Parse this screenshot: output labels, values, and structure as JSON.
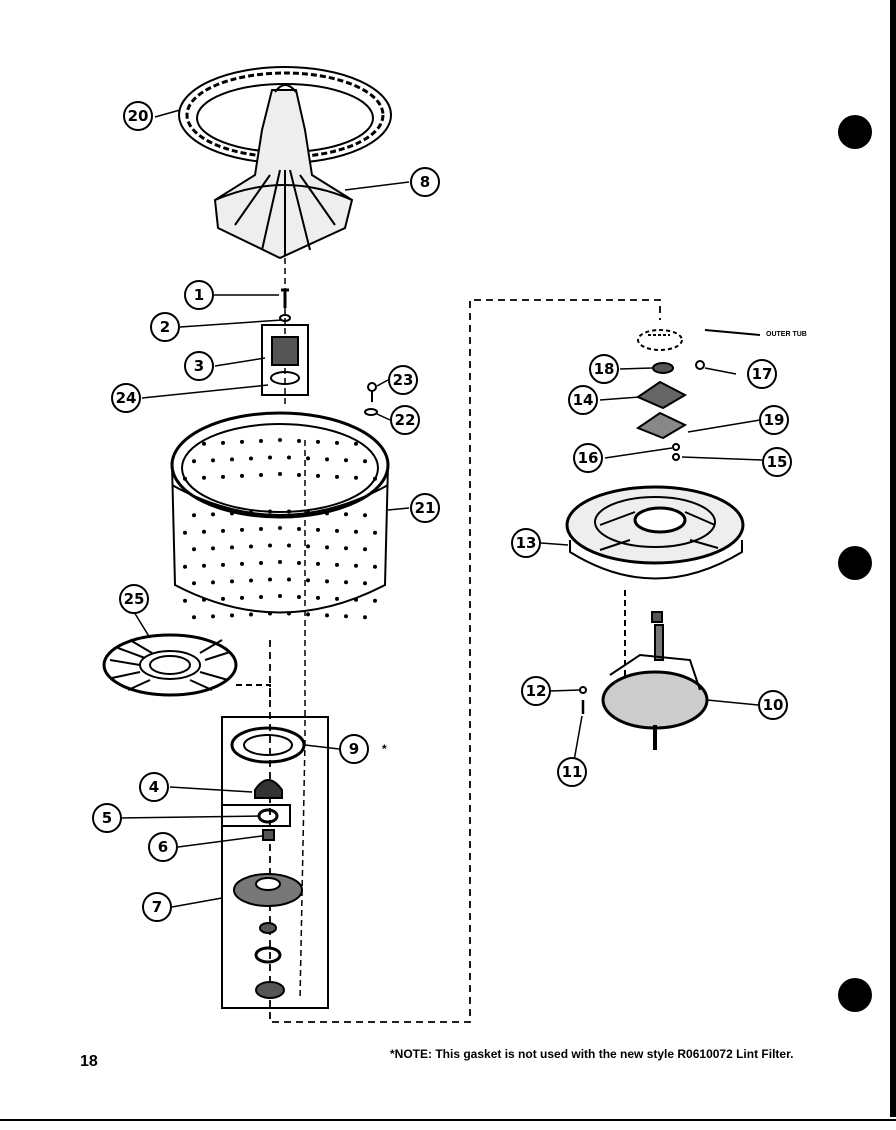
{
  "page_number": "18",
  "footnote": "*NOTE: This gasket is not used with the new style R0610072 Lint Filter.",
  "outer_tub_label": "OUTER TUB",
  "note_marker": "*",
  "callouts": [
    "1",
    "2",
    "3",
    "4",
    "5",
    "6",
    "7",
    "8",
    "9",
    "10",
    "11",
    "12",
    "13",
    "14",
    "15",
    "16",
    "17",
    "18",
    "19",
    "20",
    "21",
    "22",
    "23",
    "24",
    "25"
  ]
}
